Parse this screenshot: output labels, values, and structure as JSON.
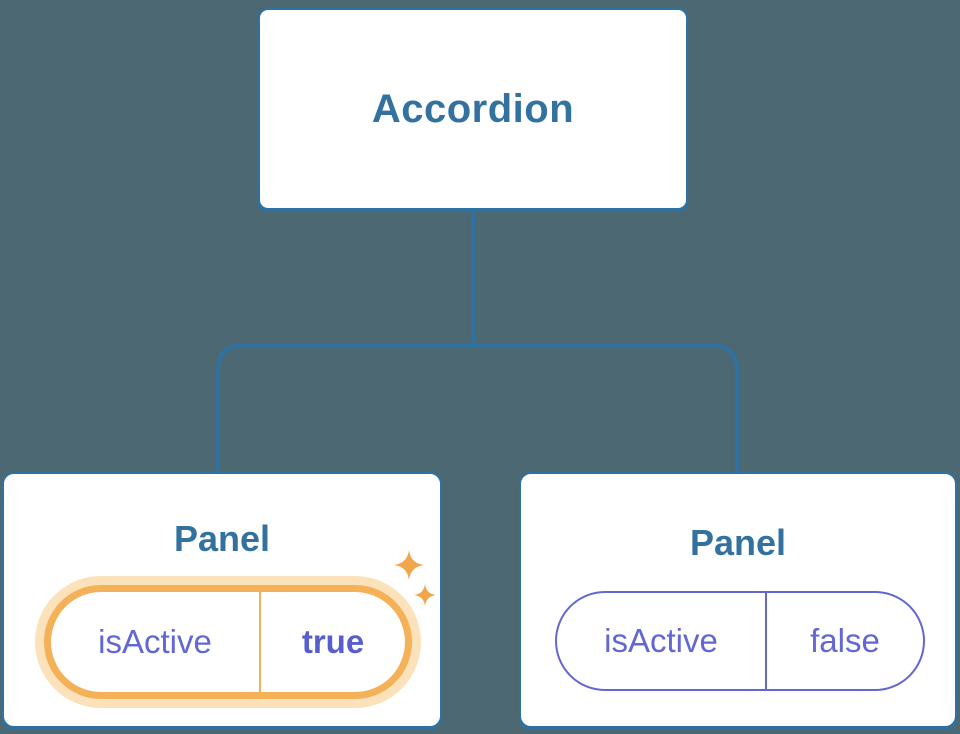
{
  "diagram": {
    "type": "component-tree",
    "root": {
      "label": "Accordion"
    },
    "children": [
      {
        "title": "Panel",
        "prop_name": "isActive",
        "prop_value": "true",
        "state": "active",
        "has_sparkles": true
      },
      {
        "title": "Panel",
        "prop_name": "isActive",
        "prop_value": "false",
        "state": "inactive",
        "has_sparkles": false
      }
    ]
  },
  "icons": {
    "sparkles": "sparkles-icon"
  },
  "colors": {
    "background": "#4C6873",
    "node_border": "#2F72A2",
    "node_text": "#33719F",
    "prop_purple": "#6267D3",
    "prop_value_active": "#585ECB",
    "highlight_orange": "#F5B157",
    "highlight_glow": "#FBE2BA",
    "sparkle_orange": "#F2A64B"
  }
}
